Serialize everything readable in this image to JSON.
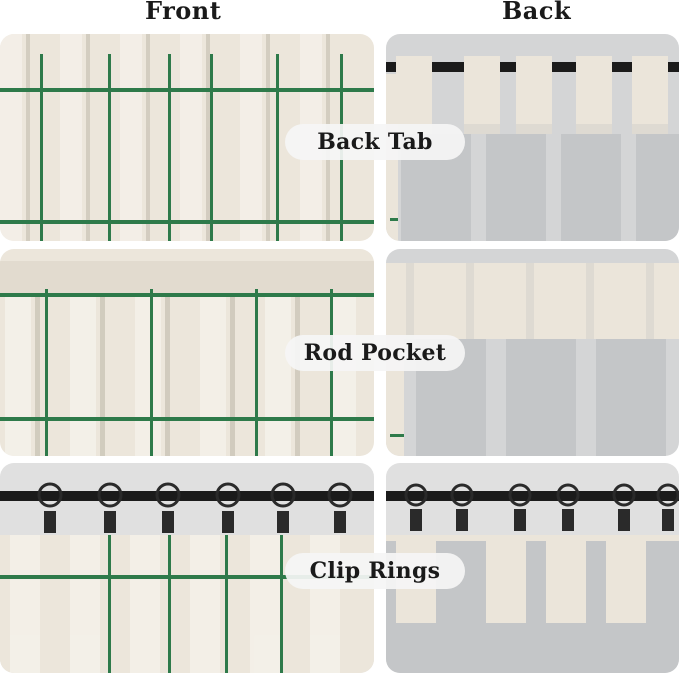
{
  "columns": {
    "front": "Front",
    "back": "Back"
  },
  "labels": {
    "back_tab": "Back Tab",
    "rod_pocket": "Rod Pocket",
    "clip_rings": "Clip Rings"
  },
  "colors": {
    "linen": "#ebe5da",
    "grid_green": "#2e7a4a",
    "lining_gray": "#c9cbcd",
    "rod_black": "#1b1b1b",
    "wall": "#d8d8d8"
  }
}
